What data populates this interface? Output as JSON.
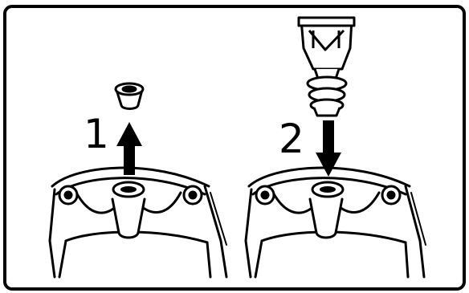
{
  "steps": [
    {
      "number": "1",
      "action": "remove",
      "arrow": "up"
    },
    {
      "number": "2",
      "action": "insert",
      "arrow": "down"
    }
  ],
  "colors": {
    "ink": "#000000",
    "paper": "#ffffff"
  }
}
